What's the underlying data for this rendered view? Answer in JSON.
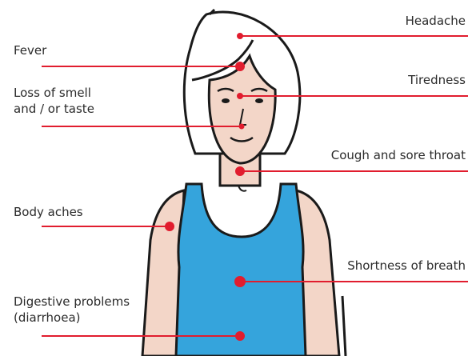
{
  "colors": {
    "skin": "#f3d6c8",
    "tank_top": "#35a4dc",
    "outline": "#1a1a1a",
    "hair": "#ffffff",
    "accent": "#e11d2e",
    "background": "#ffffff"
  },
  "symptoms": [
    {
      "id": "fever",
      "lines": [
        "Fever"
      ]
    },
    {
      "id": "loss-of-smell",
      "lines": [
        "Loss of smell",
        "and / or taste"
      ]
    },
    {
      "id": "body-aches",
      "lines": [
        "Body aches"
      ]
    },
    {
      "id": "digestive",
      "lines": [
        "Digestive problems",
        "(diarrhoea)"
      ]
    },
    {
      "id": "headache",
      "lines": [
        "Headache"
      ]
    },
    {
      "id": "tiredness",
      "lines": [
        "Tiredness"
      ]
    },
    {
      "id": "cough",
      "lines": [
        "Cough and sore throat"
      ]
    },
    {
      "id": "breath",
      "lines": [
        "Shortness of breath"
      ]
    }
  ]
}
